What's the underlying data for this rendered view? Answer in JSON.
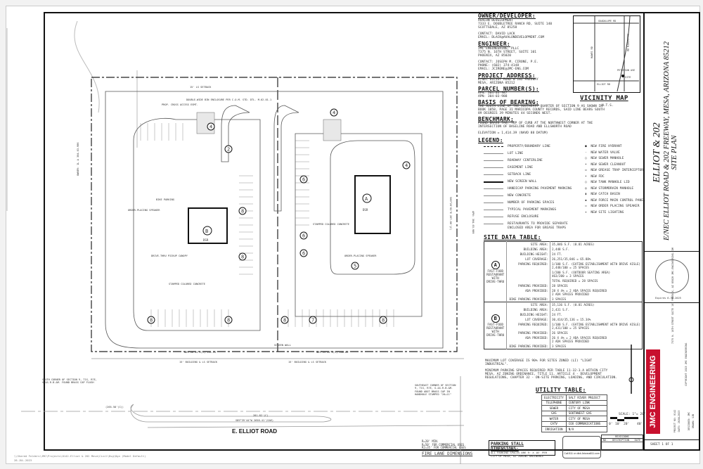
{
  "owner": {
    "heading": "OWNER/DEVELOPER:",
    "lines": "AVALON DEVELOPMENT\n7333 E. DOUBLETREE RANCH RD, SUITE 140\nSCOTTSDALE, AZ 85258\n\nCONTACT: DAVID LACK\nEMAIL: DLACK@AVALONDEVELOPMENT.COM"
  },
  "engineer": {
    "heading": "ENGINEER:",
    "lines": "JMC ENGINEERING, PLLC\n7375 N. 16TH STREET, SUITE 101\nPHOENIX, AZ 85020\n\nCONTACT: JOSEPH M. CIRONE, P.E.\nPHONE: (602) 374-4148\nEMAIL: JCIRONE@JMC-ENG.COM"
  },
  "project_address": {
    "heading": "PROJECT ADDRESS:",
    "lines": "E/NEC ELLIOT ROAD & 202 FREEWAY\nMESA, ARIZONA 85212"
  },
  "parcel": {
    "heading": "PARCEL NUMBER(S):",
    "lines": "APN: 304-03-987\nAPN: 304-03-988"
  },
  "bearing": {
    "heading": "BASIS OF BEARING:",
    "lines": "THE SOUTH LINE OF THE SOUTHEAST QUARTER OF SECTION 9 AS SHOWN IN\nBOOK 1058, PAGE 31 MARICOPA COUNTY RECORDS, SAID LINE BEARS SOUTH\n89 DEGREES 39 MINUTES 44 SECONDS WEST."
  },
  "benchmark": {
    "heading": "BENCHMARK:",
    "lines": "FOUND BRASS TAG, TOP OF CURB AT THE NORTHWEST CORNER AT THE\nINTERSECTION OF BASELINE ROAD AND ELLSWORTH ROAD\n\nELEVATION = 1,414.39 (NAVD 88 DATUM)"
  },
  "vicinity": {
    "title": "VICINITY MAP",
    "nts": "N.T.S.",
    "roads": [
      "GUADALUPE RD",
      "HAWES RD",
      "ELLSWORTH RD",
      "ELLIOT RD",
      "PETERSON AVE"
    ],
    "site": "SITE"
  },
  "legend": {
    "heading": "LEGEND:",
    "left": [
      "PROPERTY/BOUNDARY LINE",
      "LOT LINE",
      "ROADWAY CENTERLINE",
      "EASEMENT LINE",
      "SETBACK LINE",
      "NEW SCREEN WALL",
      "HANDICAP PARKING PAVEMENT MARKING",
      "NEW CONCRETE",
      "NUMBER OF PARKING SPACES",
      "TYPICAL PAVEMENT MARKINGS",
      "REFUSE ENCLOSURE",
      "RESTAURANTS TO PROVIDE SEPARATE\nENCLOSED AREA FOR GREASE TRAPS"
    ],
    "right": [
      "NEW FIRE HYDRANT",
      "NEW WATER VALVE",
      "NEW SEWER MANHOLE",
      "NEW SEWER CLEANOUT",
      "NEW GREASE TRAP INTERCEPTOR",
      "NEW FDC",
      "NEW TANK MANHOLE LID",
      "NEW STORMDRAIN MANHOLE",
      "NEW CATCH BASIN",
      "NEW FORCE MAIN CONTROL PANEL",
      "NEW ORDER PLACING SPEAKER",
      "NEW SITE LIGHTING"
    ],
    "parking_sample": "5"
  },
  "site_data": {
    "heading": "SITE DATA TABLE:",
    "sites": [
      {
        "id": "A",
        "use": "FAST-FOOD RESTAURANT WITH DRIVE-THRU",
        "rows": [
          [
            "SITE AREA:",
            "35,846 S.F. (0.81 ACRES)"
          ],
          [
            "BUILDING AREA:",
            "2,448 S.F."
          ],
          [
            "BUILDING HEIGHT:",
            "24 FT."
          ],
          [
            "LOT COVERAGE:",
            "26,251/35,846 = 65.88%"
          ],
          [
            "PARKING REQUIRED:",
            "1/100 S.F. (EATING ESTABLISHMENT WITH DRIVE AISLE)\n2,448/100 = 25 SPACES"
          ],
          [
            "",
            "1/200 S.F. (OUTDOOR SEATING AREA)\n463/200 = 3 SPACES"
          ],
          [
            "",
            "TOTAL REQUIRED = 28 SPACES"
          ],
          [
            "PARKING PROVIDED:",
            "28 SPACES"
          ],
          [
            "ADA PROVIDED:",
            "28 X 4% = 2 ADA SPACES REQUIRED\n2 ADA SPACES PROVIDED"
          ],
          [
            "BIKE PARKING PROVIDED:",
            "3 SPACES"
          ]
        ]
      },
      {
        "id": "B",
        "use": "FAST-FOOD RESTAURANT WITH DRIVE-THRU",
        "rows": [
          [
            "SITE AREA:",
            "35,136 S.F. (0.81 ACRES)"
          ],
          [
            "BUILDING AREA:",
            "2,431 S.F."
          ],
          [
            "BUILDING HEIGHT:",
            "24 FT."
          ],
          [
            "LOT COVERAGE:",
            "30,414/35,136 = 15.34%"
          ],
          [
            "PARKING REQUIRED:",
            "1/100 S.F. (EATING ESTABLISHMENT WITH DRIVE AISLE)\n2,431/100 = 25 SPACES"
          ],
          [
            "PARKING PROVIDED:",
            "26 SPACES"
          ],
          [
            "ADA PROVIDED:",
            "26 X 4% = 2 ADA SPACES REQUIRED\n2 ADA SPACES PROVIDED"
          ],
          [
            "BIKE PARKING PROVIDED:",
            "3 SPACES"
          ]
        ]
      }
    ],
    "notes": "MAXIMUM LOT COVERAGE IS 90% FOR SITES ZONED (LI) \"LIGHT\nINDUSTRIAL\".\n\nMINIMUM PARKING SPACES REQUIRED PER TABLE 11-32-3.A WITHIN CITY\nMESA, AZ ZONING ORDINANCE, TITLE 11, ARTICLE 4 - DEVELOPMENT\nREGULATIONS, CHAPTER 32 - ON-SITE PARKING, LOADING, AND CIRCULATION."
  },
  "utility": {
    "heading": "UTILITY TABLE:",
    "rows": [
      [
        "ELECTRICITY",
        "SALT RIVER PROJECT"
      ],
      [
        "TELEPHONE",
        "CENTURY LINK"
      ],
      [
        "SEWER",
        "CITY OF MESA"
      ],
      [
        "GAS",
        "SOUTHWEST GAS"
      ],
      [
        "WATER",
        "CITY OF MESA"
      ],
      [
        "CATV",
        "COX COMMUNICATIONS"
      ],
      [
        "IRRIGATION",
        "N/A"
      ]
    ]
  },
  "scale": {
    "label": "SCALE: 1\"= 20'",
    "ticks": [
      "0'",
      "10'",
      "20'",
      "40'"
    ]
  },
  "parking_stall": {
    "heading": "PARKING STALL DIMENSIONS:",
    "text": "ALL PARKING SPACES ARE 9' X 18' PER\nCITY OF MESA, AZ ZONING ORDINANCE"
  },
  "fire_lane": {
    "heading": "FIRE LANE DIMENSIONS",
    "text": "R=20' MIN.\nR=50' FOR COMMERCIAL USES\nR2=35' FOR COMMERCIAL USES"
  },
  "revisions": {
    "title": "REVISIONS",
    "cols": [
      "NO.",
      "DESCRIPTION",
      "DATE"
    ]
  },
  "arizona811": "Call 811 or click Arizona811.com",
  "title_block": {
    "line1": "ELLIOT & 202",
    "line2": "E/NEC ELLIOT ROAD & 202 FREEWAY, MESA, ARIZONA 85212",
    "line3": "SITE PLAN",
    "seal_expires": "Expires 6-30-2025",
    "firm": "JMC ENGINEERING",
    "firm_address": "7375 N. 16TH STREET\nSUITE 101\nPHOENIX, AZ 85020\nJMC-ENGINEERING.COM",
    "copyright": "COPYRIGHT 2023\nJMC ENGINEERING",
    "project_no": "PROJECT NO: 0142",
    "date": "DATE: 28JUL2023",
    "designed": "DESIGNED: JMC",
    "drawn": "DRAWN: SJB",
    "sheet": "SHEET 1 OF 1"
  },
  "plan": {
    "road": "E. ELLIOT ROAD",
    "bldg_a": "A",
    "bldg_b": "B",
    "dsr": "DSR",
    "labels": [
      "PROP. CROSS ACCESS ESMT.",
      "DOUBLE-WIDE BIN ENCLOSURE PER C.O.M. STD. DTL. M-62.01.1",
      "15' LS SETBACK",
      "15' BUILDING & LS SETBACK",
      "ORDER-PLACING SPEAKER",
      "STAMPED COLORED CONCRETE",
      "DRIVE-THRU PICKUP CANOPY",
      "SCREEN WALL",
      "BIKE PARKING",
      "S89°39'44\"W 2658.41'(SAE)",
      "281.82'(C)",
      "(265.58'(C))",
      "SOUTH CORNER OF SECTION 9, T1S, R7E, G.&S.R.B.&M. FOUND BRASS CAP FLUSH",
      "SOUTHEAST CORNER OF SECTION 9, T1S, R7E, G.&S.R.B.&M. FOUND ADOT BRASS CAP IN HANDHOLE STAMPED \"20+11\"",
      "S00°20'02\"E 207.86'(C)",
      "N89°40'44\"E(C) 141.31'",
      "N89°39'44\"E(C) 160.66'",
      "OWNER: 1L A 304-03-986",
      "APN: 304-03-989"
    ],
    "stalls": [
      "4",
      "4",
      "2",
      "6",
      "6",
      "8",
      "8",
      "8",
      "8",
      "7",
      "8",
      "5",
      "6",
      "4",
      "8"
    ]
  },
  "footer": {
    "path": "\\\\Shared Folders\\JMC\\Projects\\0142-Elliot & 202 Mesa\\Civil\\Dsg\\Dgn (Model Default)",
    "date": "28-JUL-2023"
  }
}
